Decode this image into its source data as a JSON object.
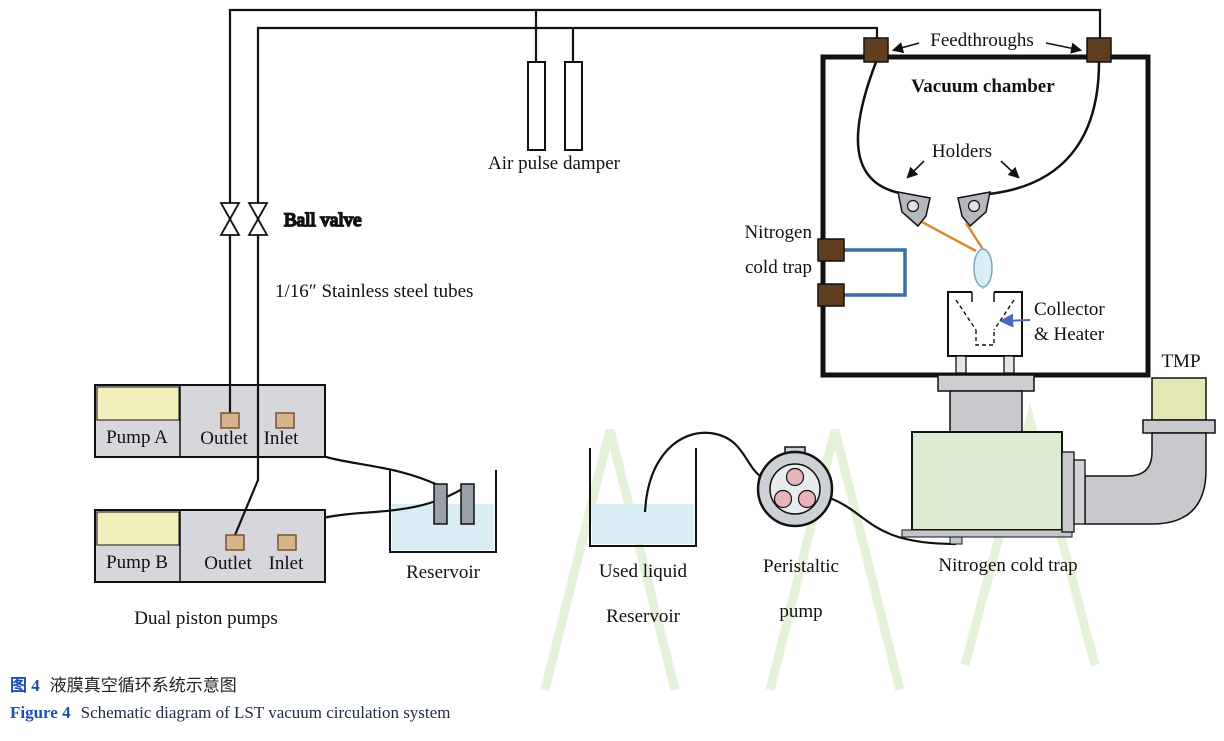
{
  "figure": {
    "labels": {
      "feedthroughs": "Feedthroughs",
      "vacuum_chamber": "Vacuum chamber",
      "holders": "Holders",
      "air_pulse_damper": "Air pulse damper",
      "ball_valve": "Ball valve",
      "stainless_steel_tubes": "1/16″ Stainless steel tubes",
      "nitrogen_left_line1": "Nitrogen",
      "nitrogen_left_line2": "cold trap",
      "collector_line1": "Collector",
      "collector_line2": "& Heater",
      "tmp": "TMP",
      "pump_a": "Pump A",
      "pump_a_outlet": "Outlet",
      "pump_a_inlet": "Inlet",
      "pump_b": "Pump B",
      "pump_b_outlet": "Outlet",
      "pump_b_inlet": "Inlet",
      "dual_piston_pumps": "Dual piston pumps",
      "reservoir": "Reservoir",
      "used_liquid_line1": "Used liquid",
      "used_liquid_line2": "Reservoir",
      "peristaltic_line1": "Peristaltic",
      "peristaltic_line2": "pump",
      "nitrogen_cold_trap_bottom": "Nitrogen cold trap"
    },
    "caption": {
      "zh_label": "图 4",
      "zh_text": "液膜真空循环系统示意图",
      "en_label": "Figure 4",
      "en_text": "Schematic diagram of LST vacuum circulation system"
    },
    "colors": {
      "caption_accent": "#1f4faf",
      "feedthrough_brown": "#5f3d1e",
      "port_tan": "#d8b48e",
      "pump_grey": "#d7d7db",
      "pump_yellow": "#f2efbb",
      "liquid_blue": "#d8edf4",
      "trap_green": "#dcead0",
      "loop_blue": "#3a6ea8",
      "roller_pink": "#e7b6ba",
      "metal_grey": "#c7c9cc",
      "tmp_khaki": "#e4e6b6",
      "nozzle_orange": "#d98a2b",
      "watermark_green": "#e7f2da"
    }
  }
}
